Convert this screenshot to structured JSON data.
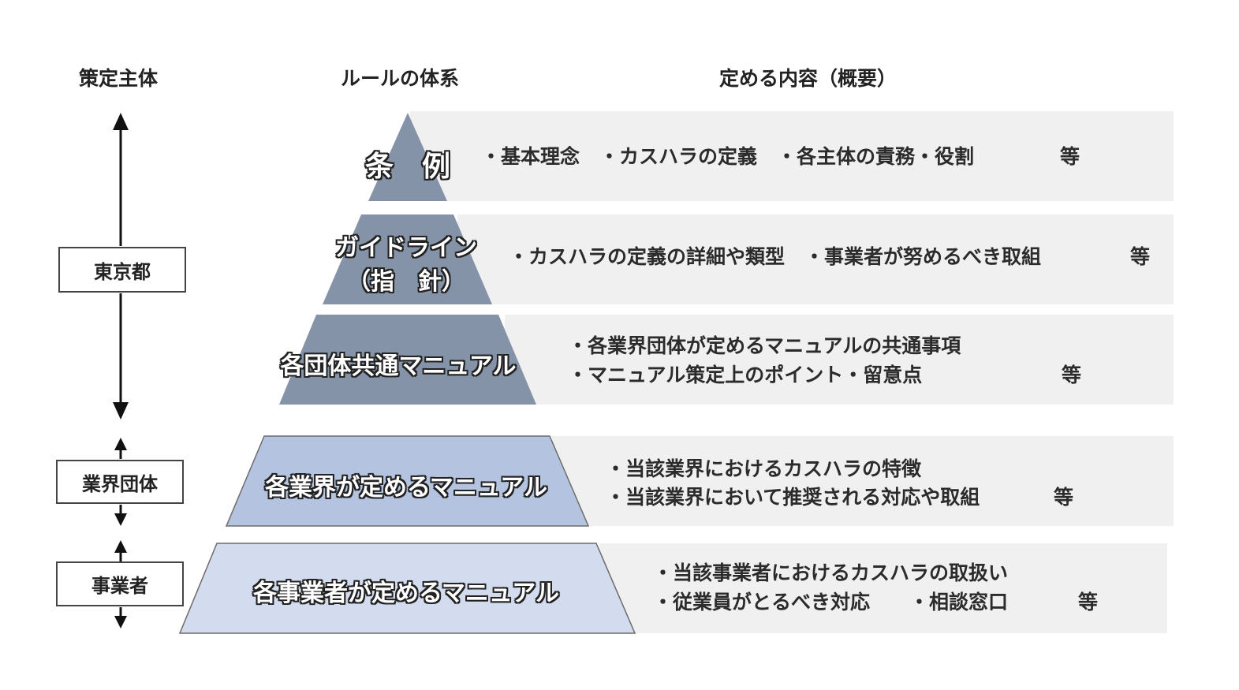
{
  "headers": {
    "actor": "策定主体",
    "rules": "ルールの体系",
    "contents": "定める内容（概要）"
  },
  "actors": {
    "tokyo": "東京都",
    "industry": "業界団体",
    "business": "事業者"
  },
  "tiers": [
    {
      "label": "条　例",
      "label_line2": "",
      "content_lines": [
        "・基本理念　・カスハラの定義　・各主体の責務・役割"
      ],
      "suffix": "等",
      "fill": "#8593a8"
    },
    {
      "label": "ガイドライン",
      "label_line2": "（指　針）",
      "content_lines": [
        "・カスハラの定義の詳細や類型　・事業者が努めるべき取組"
      ],
      "suffix": "等",
      "fill": "#8593a8"
    },
    {
      "label": "各団体共通マニュアル",
      "label_line2": "",
      "content_lines": [
        "・各業界団体が定めるマニュアルの共通事項",
        "・マニュアル策定上のポイント・留意点"
      ],
      "suffix": "等",
      "fill": "#8593a8"
    },
    {
      "label": "各業界が定めるマニュアル",
      "label_line2": "",
      "content_lines": [
        "・当該業界におけるカスハラの特徴",
        "・当該業界において推奨される対応や取組"
      ],
      "suffix": "等",
      "fill": "#b4c4e0"
    },
    {
      "label": "各事業者が定めるマニュアル",
      "label_line2": "",
      "content_lines": [
        "・当該事業者におけるカスハラの取扱い",
        "・従業員がとるべき対応　　・相談窓口"
      ],
      "suffix": "等",
      "fill": "#d2dcee"
    }
  ]
}
